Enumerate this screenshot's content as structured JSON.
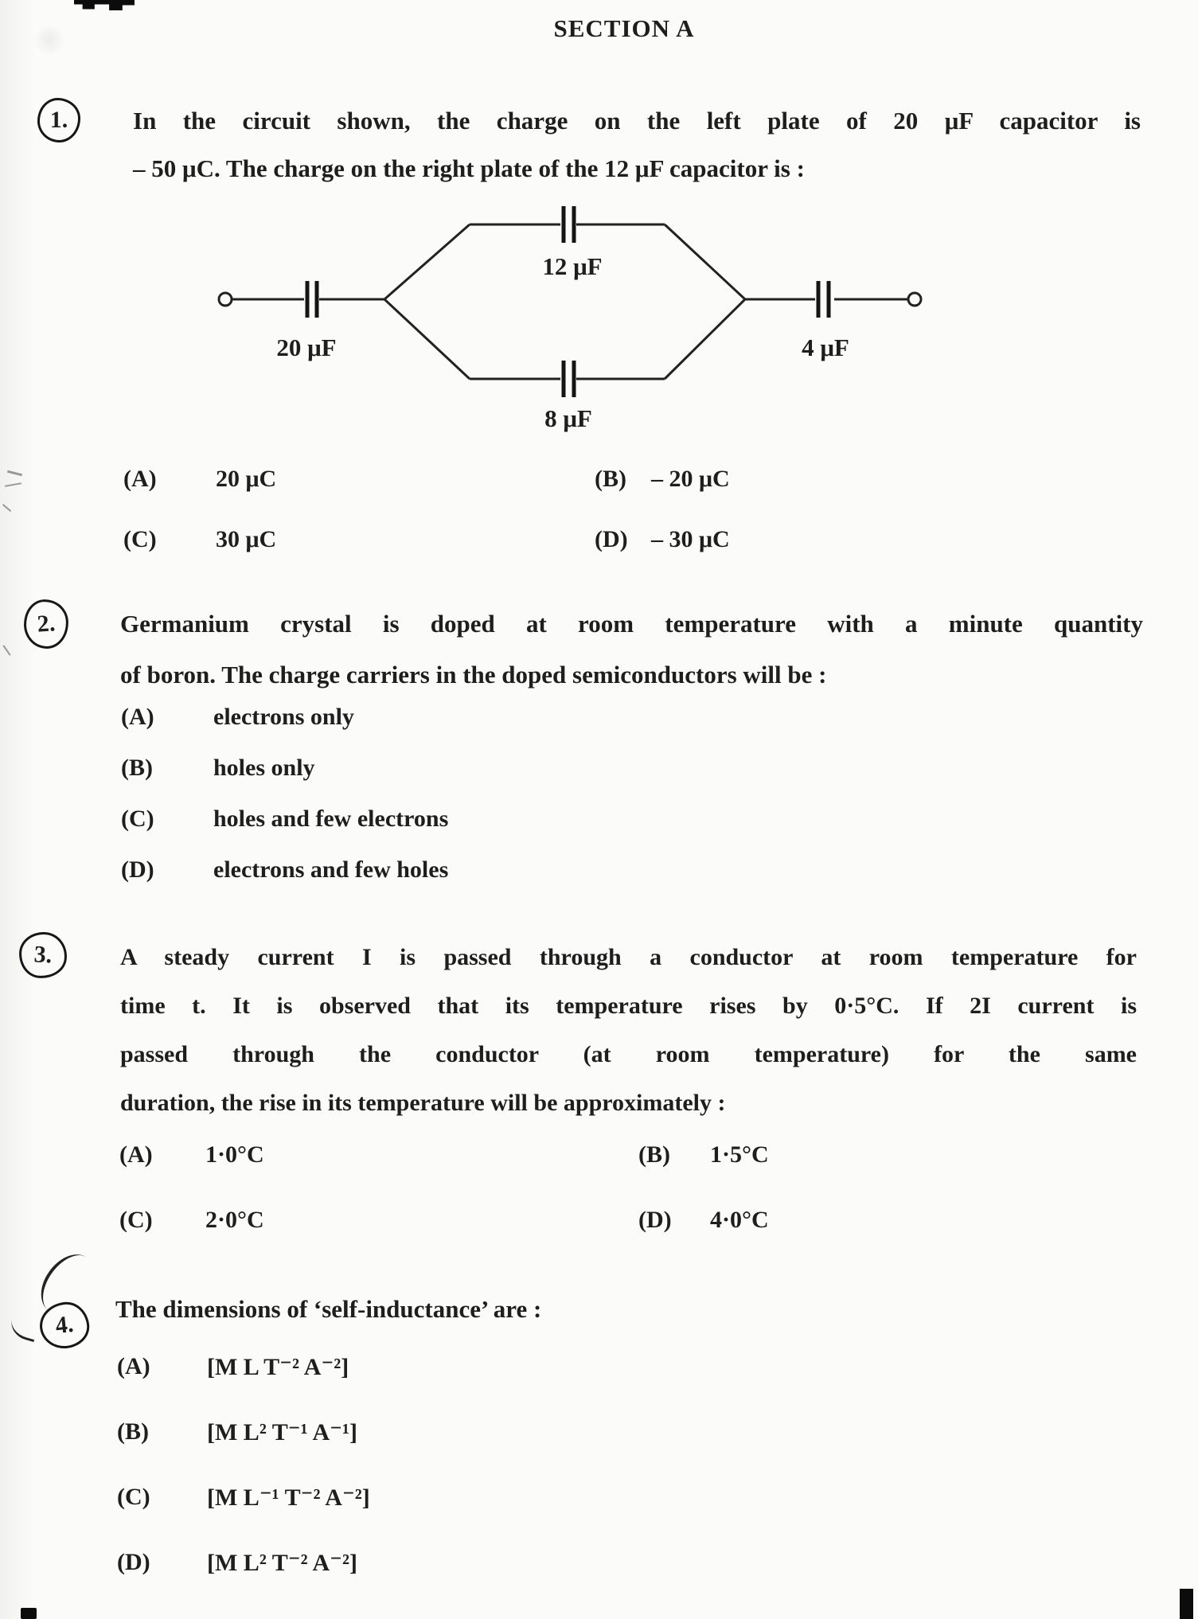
{
  "page": {
    "section_title": "SECTION A"
  },
  "colors": {
    "ink": "#1e1e1e",
    "paper": "#fbfbf9"
  },
  "questions": [
    {
      "number": "1.",
      "lines": [
        "In the circuit shown, the charge on the left plate of 20 μF capacitor is",
        "– 50 μC. The charge on the right plate of the 12 μF capacitor is :"
      ],
      "options": [
        {
          "label": "(A)",
          "text": "20 μC"
        },
        {
          "label": "(B)",
          "text": "– 20 μC"
        },
        {
          "label": "(C)",
          "text": "30 μC"
        },
        {
          "label": "(D)",
          "text": "– 30 μC"
        }
      ]
    },
    {
      "number": "2.",
      "lines": [
        "Germanium crystal is doped at room temperature with a minute quantity",
        "of boron. The charge carriers in the doped semiconductors will be :"
      ],
      "options": [
        {
          "label": "(A)",
          "text": "electrons only"
        },
        {
          "label": "(B)",
          "text": "holes only"
        },
        {
          "label": "(C)",
          "text": "holes and few electrons"
        },
        {
          "label": "(D)",
          "text": "electrons and few holes"
        }
      ]
    },
    {
      "number": "3.",
      "lines": [
        "A steady current I is passed through a conductor at room temperature for",
        "time t. It is observed that its temperature rises by 0·5°C. If 2I current is",
        "passed through the conductor (at room temperature) for the same",
        "duration, the rise in its temperature will be approximately :"
      ],
      "options": [
        {
          "label": "(A)",
          "text": "1·0°C"
        },
        {
          "label": "(B)",
          "text": "1·5°C"
        },
        {
          "label": "(C)",
          "text": "2·0°C"
        },
        {
          "label": "(D)",
          "text": "4·0°C"
        }
      ]
    },
    {
      "number": "4.",
      "lines": [
        "The dimensions of ‘self-inductance’ are :"
      ],
      "options": [
        {
          "label": "(A)",
          "text": "[M L T⁻² A⁻²]"
        },
        {
          "label": "(B)",
          "text": "[M L² T⁻¹ A⁻¹]"
        },
        {
          "label": "(C)",
          "text": "[M L⁻¹ T⁻² A⁻²]"
        },
        {
          "label": "(D)",
          "text": "[M L² T⁻² A⁻²]"
        }
      ]
    }
  ],
  "circuit": {
    "left_capacitor": "20 μF",
    "top_capacitor": "12 μF",
    "bottom_capacitor": "8 μF",
    "right_capacitor": "4 μF"
  }
}
